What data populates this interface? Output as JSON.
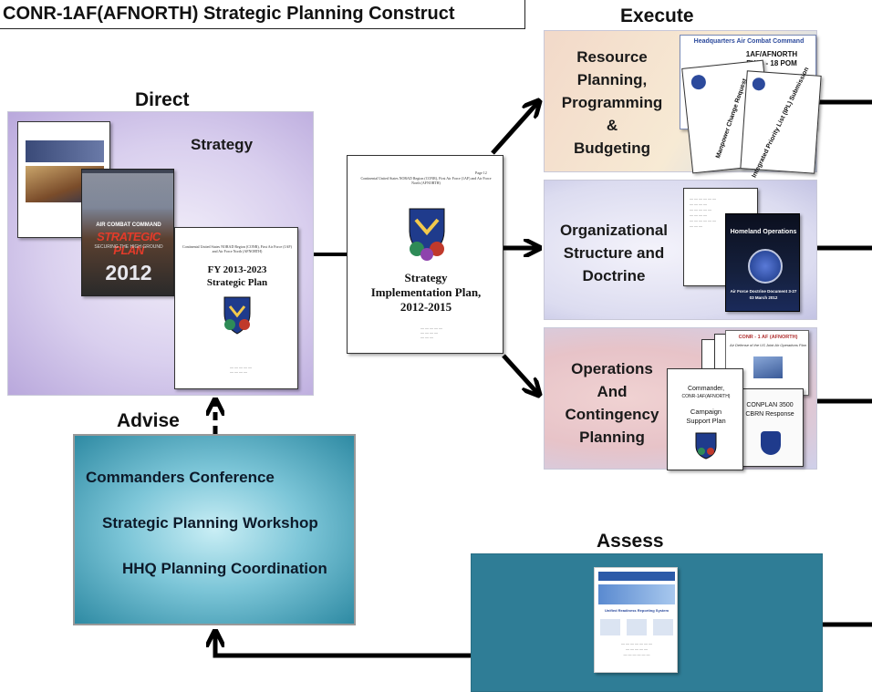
{
  "title": "CONR-1AF(AFNORTH) Strategic Planning Construct",
  "labels": {
    "execute": "Execute",
    "direct": "Direct",
    "advise": "Advise",
    "assess": "Assess"
  },
  "direct": {
    "strategy_label": "Strategy",
    "cover_top": "AIR COMBAT COMMAND",
    "cover_main": "STRATEGIC PLAN",
    "cover_sub": "SECURING THE HIGH GROUND",
    "cover_year": "2012",
    "plan_header": "Continental United States NORAD Region (CONR), First Air Force (1AF) and Air Force North (AFNORTH)",
    "plan_title_1": "FY 2013-2023",
    "plan_title_2": "Strategic Plan"
  },
  "implementation": {
    "page_no": "Page 12",
    "header": "Continental United States NORAD Region (CONR), First Air Force (1AF) and Air Force North (AFNORTH)",
    "title_1": "Strategy",
    "title_2": "Implementation Plan,",
    "title_3": "2012-2015"
  },
  "execute": {
    "resource_lines": [
      "Resource",
      "Planning,",
      "Programming",
      "&",
      "Budgeting"
    ],
    "resource_doc_header": "Headquarters Air Combat Command",
    "resource_doc_title_1": "1AF/AFNORTH",
    "resource_doc_title_2": "FY14 - 18 POM",
    "resource_doc_manpower": "Manpower Change Request",
    "resource_doc_ipl": "Integrated Priority List (IPL) Submission",
    "org_lines": [
      "Organizational",
      "Structure and",
      "Doctrine"
    ],
    "org_doc_header": "Homeland Operations",
    "org_doc_footer_1": "Air Force Doctrine Document 3-27",
    "org_doc_footer_2": "03 March 2012",
    "ops_lines": [
      "Operations",
      "And",
      "Contingency",
      "Planning"
    ],
    "ops_doc_conr": "CONR - 1 AF (AFNORTH)",
    "ops_doc_conr_sub": "Air Defense of the US Joint Air Operations Plan",
    "ops_doc_cmdr_1": "Commander,",
    "ops_doc_cmdr_2": "CONR-1AF(AFNORTH)",
    "ops_doc_campaign_1": "Campaign",
    "ops_doc_campaign_2": "Support Plan",
    "ops_doc_conplan_1": "CONPLAN 3500",
    "ops_doc_conplan_2": "CBRN Response"
  },
  "advise": {
    "lines": [
      "Commanders Conference",
      "Strategic Planning Workshop",
      "HHQ Planning Coordination"
    ]
  },
  "assess": {
    "doc_caption": "Unified Readiness Reporting System"
  },
  "colors": {
    "arrow": "#000000",
    "assess_bg": "#2f7d96",
    "advise_edge": "#2e8aa3",
    "direct_edge": "#b9a8dc"
  }
}
